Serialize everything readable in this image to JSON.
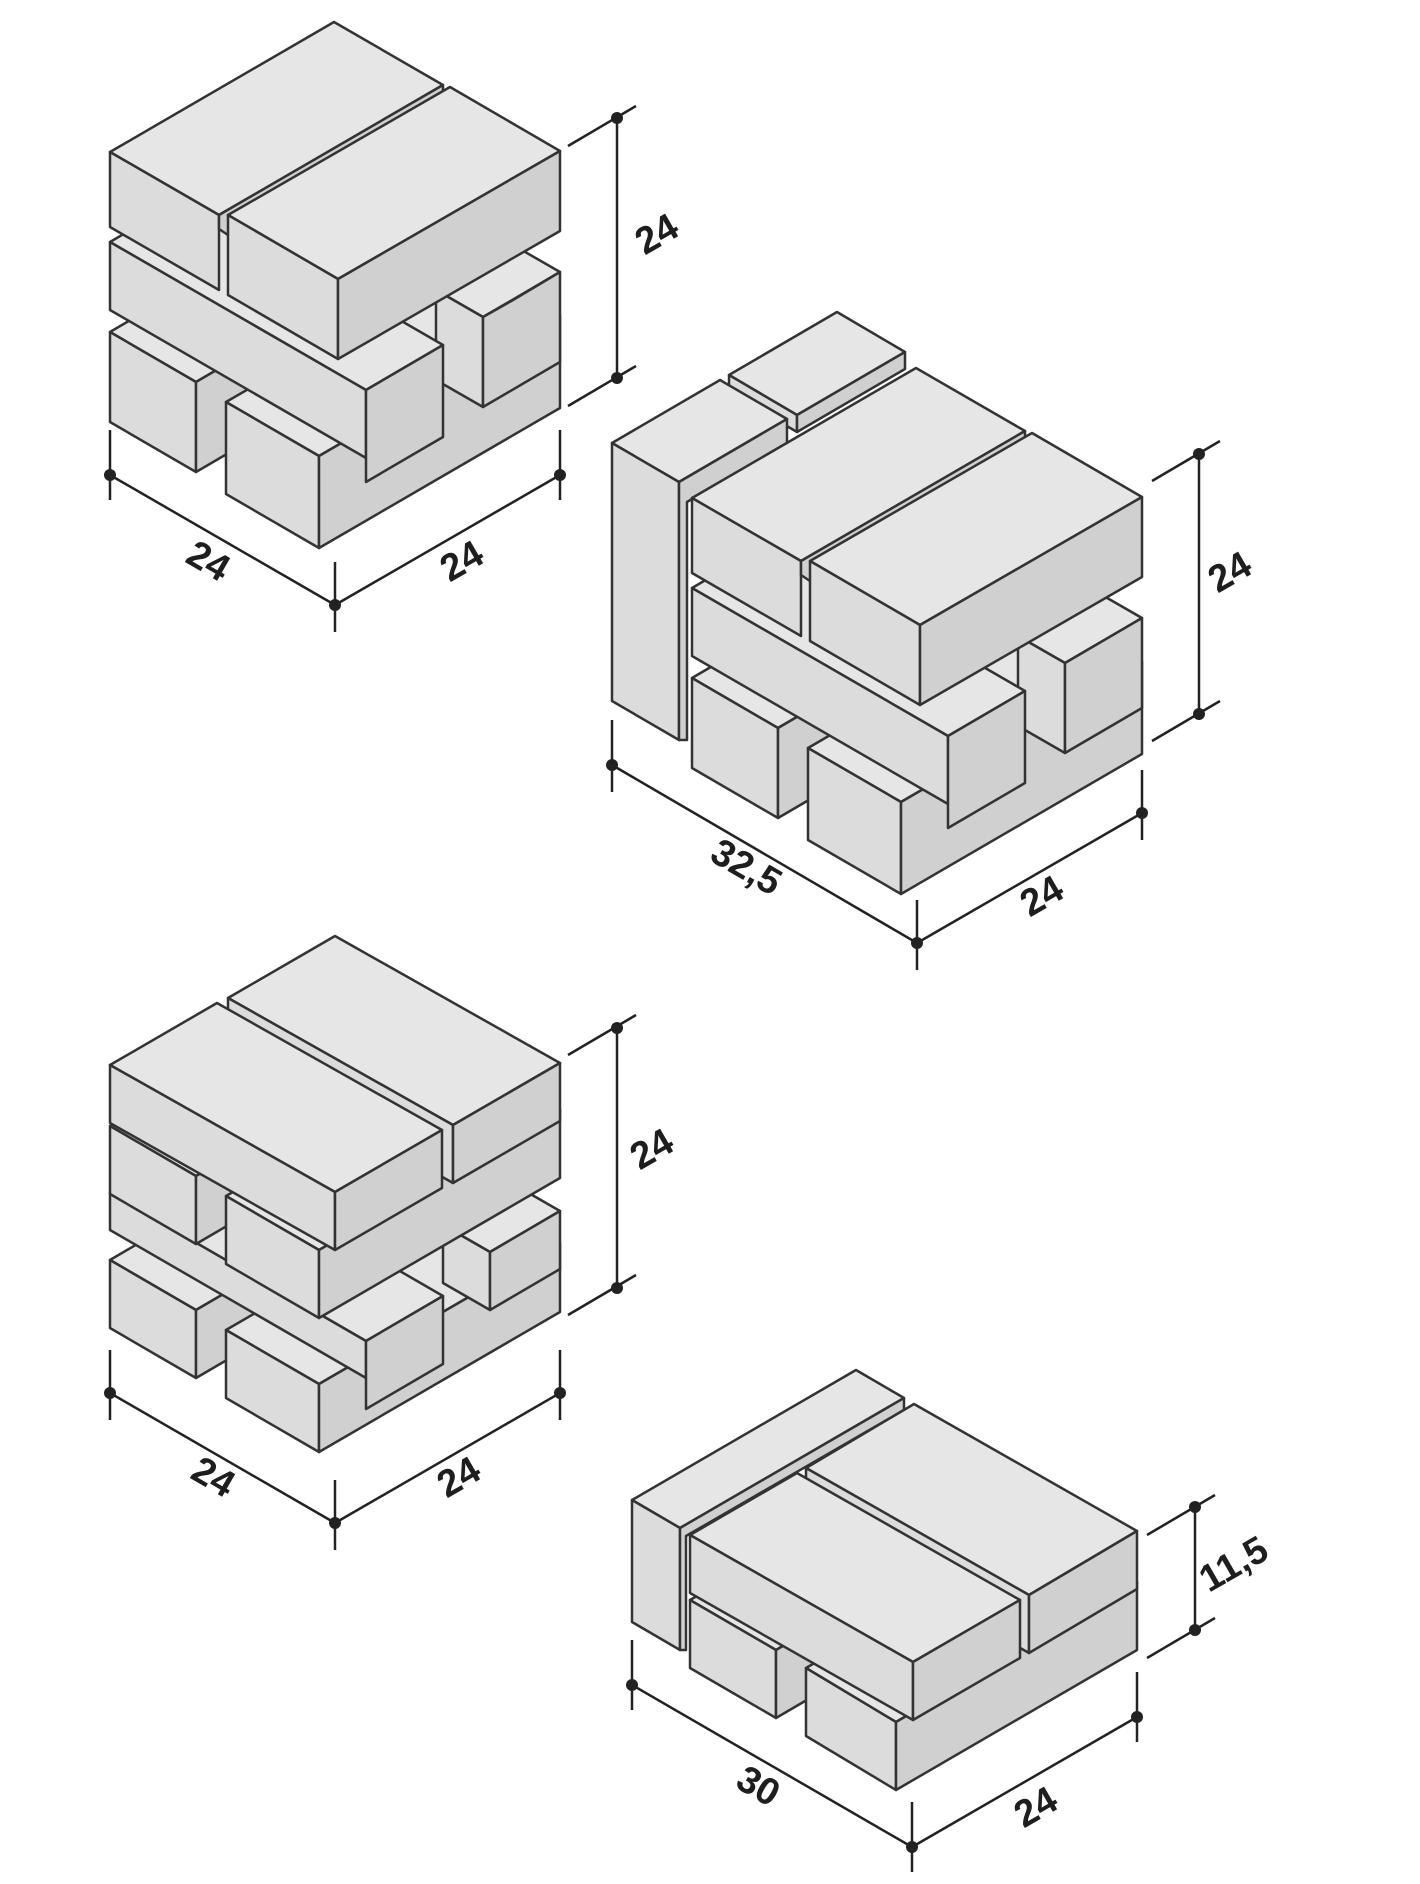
{
  "figure": {
    "palette": {
      "top_face": "#e6e6e6",
      "left_face": "#dcdcdc",
      "right_face": "#d0d0d0",
      "edge": "#333333",
      "dimension": "#222222"
    },
    "assemblies": [
      {
        "id": "block-a",
        "dims": {
          "width": "24",
          "depth": "24",
          "height": "24"
        }
      },
      {
        "id": "block-b",
        "dims": {
          "width": "32,5",
          "depth": "24",
          "height": "24"
        }
      },
      {
        "id": "block-c",
        "dims": {
          "width": "24",
          "depth": "24",
          "height": "24"
        }
      },
      {
        "id": "block-d",
        "dims": {
          "width": "30",
          "depth": "24",
          "height": "11,5"
        }
      }
    ]
  }
}
